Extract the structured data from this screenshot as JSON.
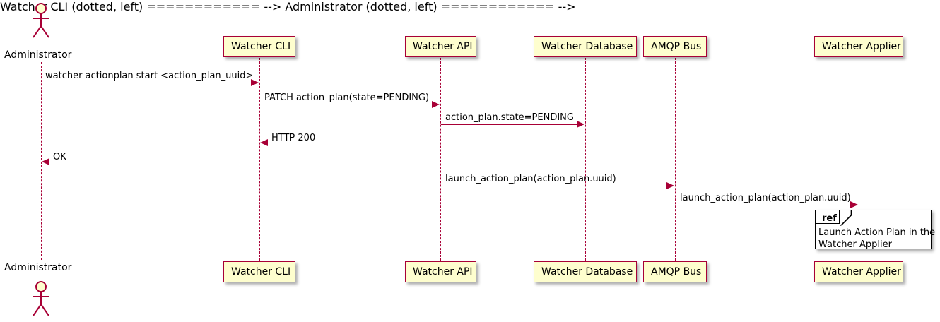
{
  "diagram": {
    "type": "uml-sequence-diagram",
    "background": "#FFFFFF",
    "accent_color": "#A80036",
    "participant_fill": "#FEFECE",
    "actor": {
      "name": "Administrator",
      "top_label": "Administrator",
      "bottom_label": "Administrator"
    },
    "participants": [
      {
        "id": "cli",
        "label": "Watcher CLI"
      },
      {
        "id": "api",
        "label": "Watcher API"
      },
      {
        "id": "db",
        "label": "Watcher Database"
      },
      {
        "id": "amqp",
        "label": "AMQP Bus"
      },
      {
        "id": "applier",
        "label": "Watcher Applier"
      }
    ],
    "messages": [
      {
        "index": 1,
        "from": "Administrator",
        "to": "Watcher CLI",
        "label": "watcher actionplan start <action_plan_uuid>",
        "style": "solid",
        "direction": "right"
      },
      {
        "index": 2,
        "from": "Watcher CLI",
        "to": "Watcher API",
        "label": "PATCH action_plan(state=PENDING)",
        "style": "solid",
        "direction": "right"
      },
      {
        "index": 3,
        "from": "Watcher API",
        "to": "Watcher Database",
        "label": "action_plan.state=PENDING",
        "style": "solid",
        "direction": "right"
      },
      {
        "index": 4,
        "from": "Watcher API",
        "to": "Watcher CLI",
        "label": "HTTP 200",
        "style": "dotted",
        "direction": "left"
      },
      {
        "index": 5,
        "from": "Watcher CLI",
        "to": "Administrator",
        "label": "OK",
        "style": "dotted",
        "direction": "left"
      },
      {
        "index": 6,
        "from": "Watcher API",
        "to": "AMQP Bus",
        "label": "launch_action_plan(action_plan.uuid)",
        "style": "solid",
        "direction": "right"
      },
      {
        "index": 7,
        "from": "AMQP Bus",
        "to": "Watcher Applier",
        "label": "launch_action_plan(action_plan.uuid)",
        "style": "solid",
        "direction": "right"
      }
    ],
    "ref_fragment": {
      "tag": "ref",
      "line1": "Launch Action Plan in the",
      "line2": "Watcher Applier"
    }
  }
}
